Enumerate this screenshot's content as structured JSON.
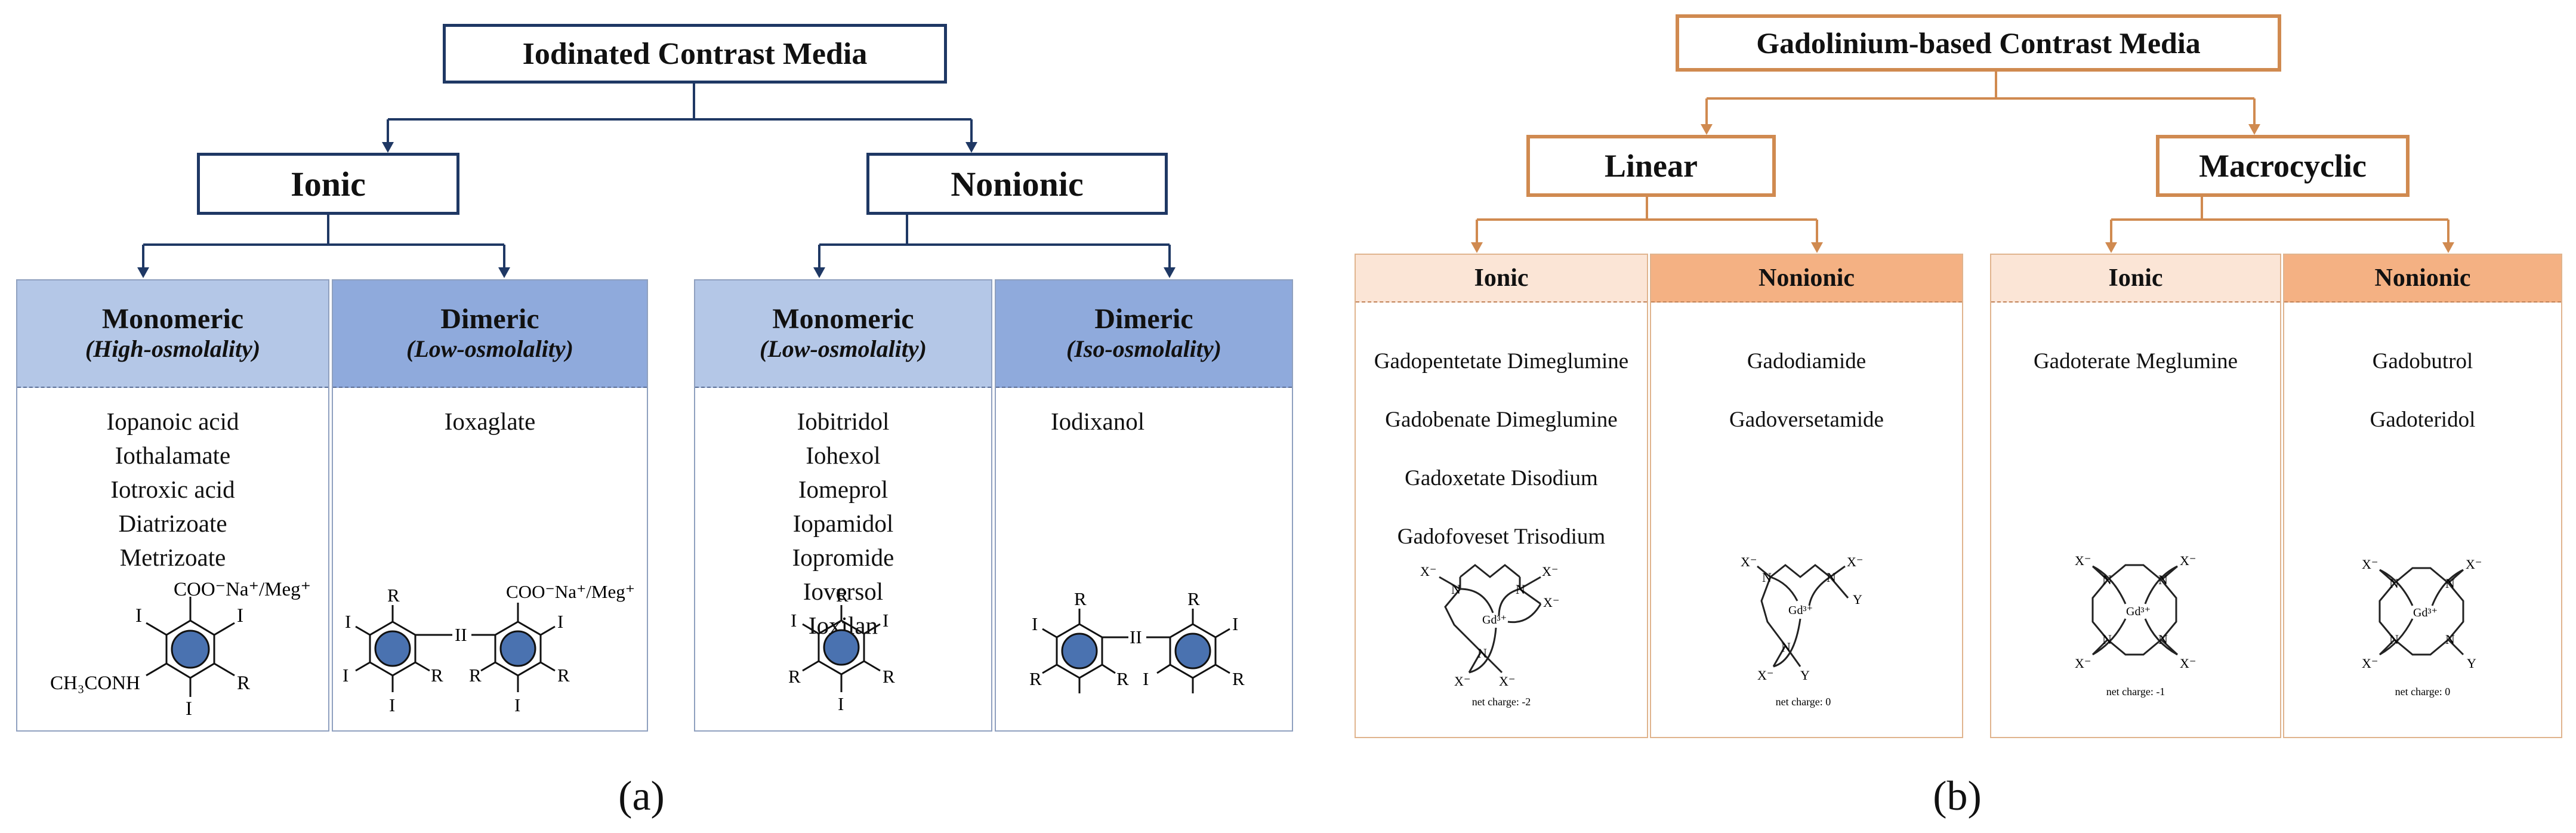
{
  "panel_a": {
    "title": "Iodinated Contrast Media",
    "ionic": "Ionic",
    "nonionic": "Nonionic",
    "columns": [
      {
        "h1": "Monomeric",
        "h2": "(High-osmolality)",
        "items": [
          "Iopanoic acid",
          "Iothalamate",
          "Iotroxic acid",
          "Diatrizoate",
          "Metrizoate"
        ]
      },
      {
        "h1": "Dimeric",
        "h2": "(Low-osmolality)",
        "items": [
          "Ioxaglate"
        ]
      },
      {
        "h1": "Monomeric",
        "h2": "(Low-osmolality)",
        "items": [
          "Iobitridol",
          "Iohexol",
          "Iomeprol",
          "Iopamidol",
          "Iopromide",
          "Ioversol",
          "Ioxilan"
        ]
      },
      {
        "h1": "Dimeric",
        "h2": "(Iso-osmolality)",
        "items": [
          "Iodixanol"
        ]
      }
    ],
    "chem": {
      "coo": "COO⁻Na⁺/Meg⁺",
      "i": "I",
      "r": "R",
      "ch3conh": "CH₃CONH",
      "ii": "II"
    },
    "label": "(a)",
    "colors": {
      "border": "#1f3864",
      "header_light": "#b4c7e7",
      "header_dark": "#8faadc",
      "ring": "#4a72b0"
    }
  },
  "panel_b": {
    "title": "Gadolinium-based Contrast Media",
    "linear": "Linear",
    "macrocyclic": "Macrocyclic",
    "columns": [
      {
        "h": "Ionic",
        "items": [
          "Gadopentetate Dimeglumine",
          "Gadobenate Dimeglumine",
          "Gadoxetate Disodium",
          "Gadofoveset Trisodium"
        ],
        "charge": "net charge: -2"
      },
      {
        "h": "Nonionic",
        "items": [
          "Gadodiamide",
          "Gadoversetamide"
        ],
        "charge": "net charge: 0"
      },
      {
        "h": "Ionic",
        "items": [
          "Gadoterate Meglumine"
        ],
        "charge": "net charge: -1"
      },
      {
        "h": "Nonionic",
        "items": [
          "Gadobutrol",
          "Gadoteridol"
        ],
        "charge": "net charge: 0"
      }
    ],
    "chem": {
      "gd": "Gd³⁺",
      "n": "N",
      "x": "X⁻",
      "y": "Y"
    },
    "label": "(b)",
    "colors": {
      "border": "#d08a50",
      "header_light": "#fbe5d6",
      "header_dark": "#f4b183"
    }
  }
}
